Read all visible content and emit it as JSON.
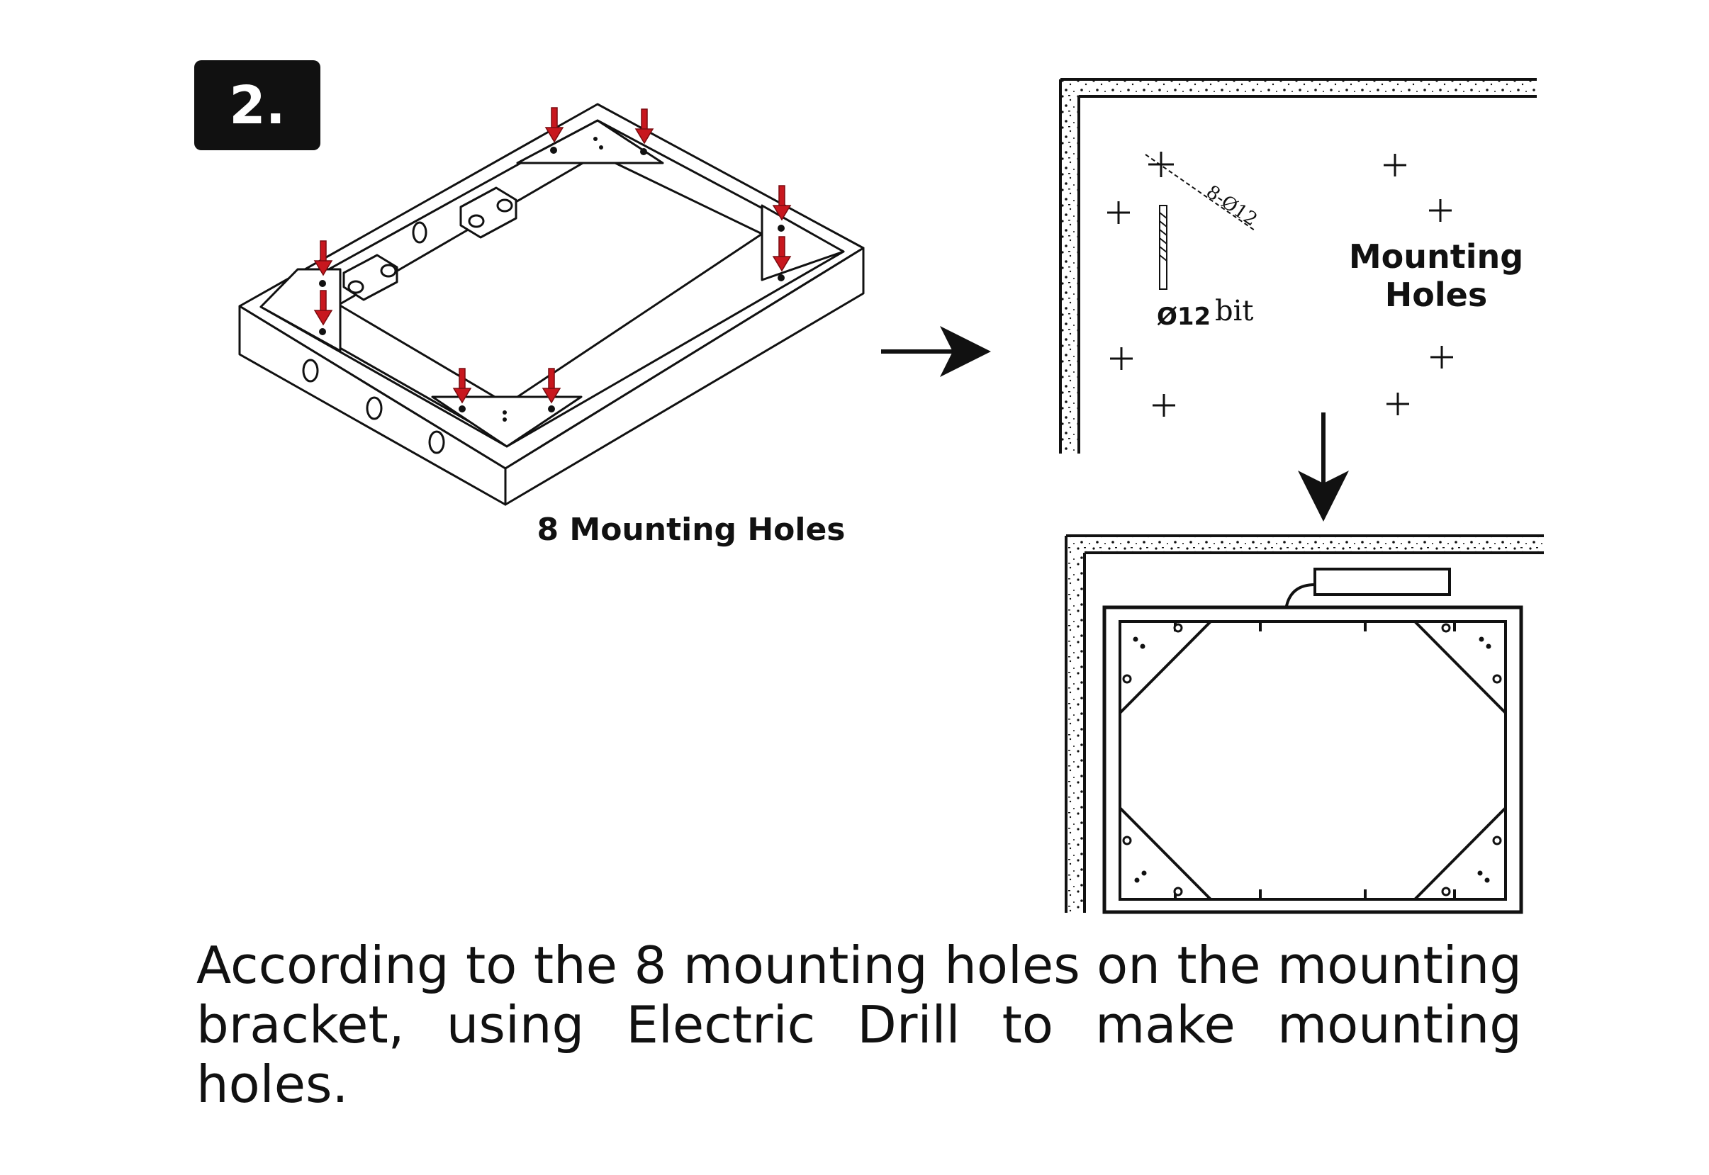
{
  "step": {
    "number": "2."
  },
  "bracket": {
    "label": "8 Mounting Holes"
  },
  "wall_marking": {
    "label_line1": "Mounting",
    "label_line2": "Holes",
    "drill_bit": "Ø12",
    "drill_bit_suffix": "bit",
    "dimension": "8-Ø12"
  },
  "caption": {
    "text": "According to the 8 mounting holes on the mounting bracket, using Electric Drill to make mounting holes."
  },
  "colors": {
    "arrow_red": "#c8171e",
    "ink": "#111111",
    "background": "#ffffff"
  },
  "icons": [
    "down-arrow-icon",
    "right-arrow-icon",
    "drill-bit-icon",
    "crosshair-icon"
  ]
}
